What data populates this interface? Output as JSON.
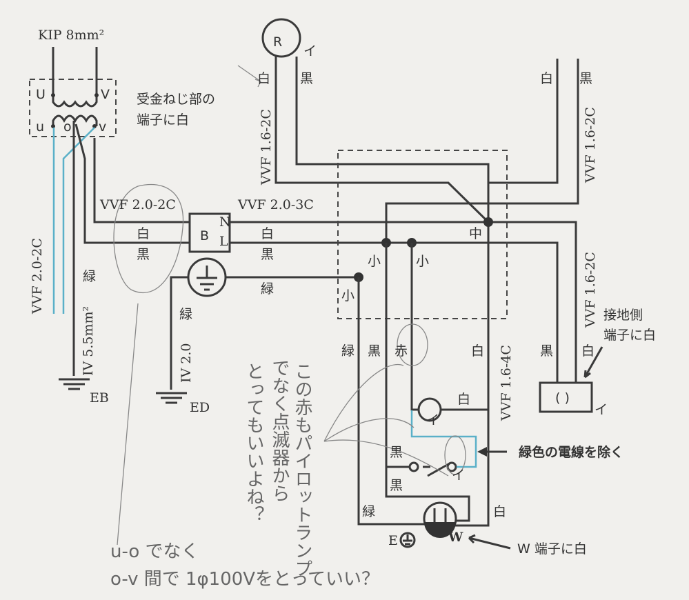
{
  "labels": {
    "kip": "KIP 8mm²",
    "U": "U",
    "V": "V",
    "u": "u",
    "o": "o",
    "v": "v",
    "r_symbol": "R",
    "i": "イ",
    "shiro": "白",
    "kuro": "黒",
    "midori": "緑",
    "aka": "赤",
    "vvf_16_2c": "VVF 1.6-2C",
    "vvf_20_2c": "VVF 2.0-2C",
    "vvf_20_3c": "VVF 2.0-3C",
    "vvf_16_4c": "VVF 1.6-4C",
    "iv_55": "IV 5.5mm²",
    "iv_20": "IV 2.0",
    "b": "B",
    "n": "N",
    "l": "L",
    "ko": "小",
    "naka": "中",
    "eb": "EB",
    "ed": "ED",
    "e": "E",
    "w": "W",
    "note_r": [
      "受金ねじ部の",
      "端子に白"
    ],
    "note_ground": [
      "接地側",
      "端子に白"
    ],
    "note_green": "緑色の電線を除く",
    "note_w": "W 端子に白",
    "lamp_symbol": "( )"
  },
  "handwriting": {
    "col1": "この赤もパイロットランプ",
    "col2": "でなく点滅器から",
    "col3": "とってもいいよね？",
    "bottom1": "u-o でなく",
    "bottom2": "o-v 間で 1φ100Vをとっていい？"
  },
  "colors": {
    "wire": "#3a3a3a",
    "blue": "#5ab0c8",
    "pencil": "#888888"
  }
}
